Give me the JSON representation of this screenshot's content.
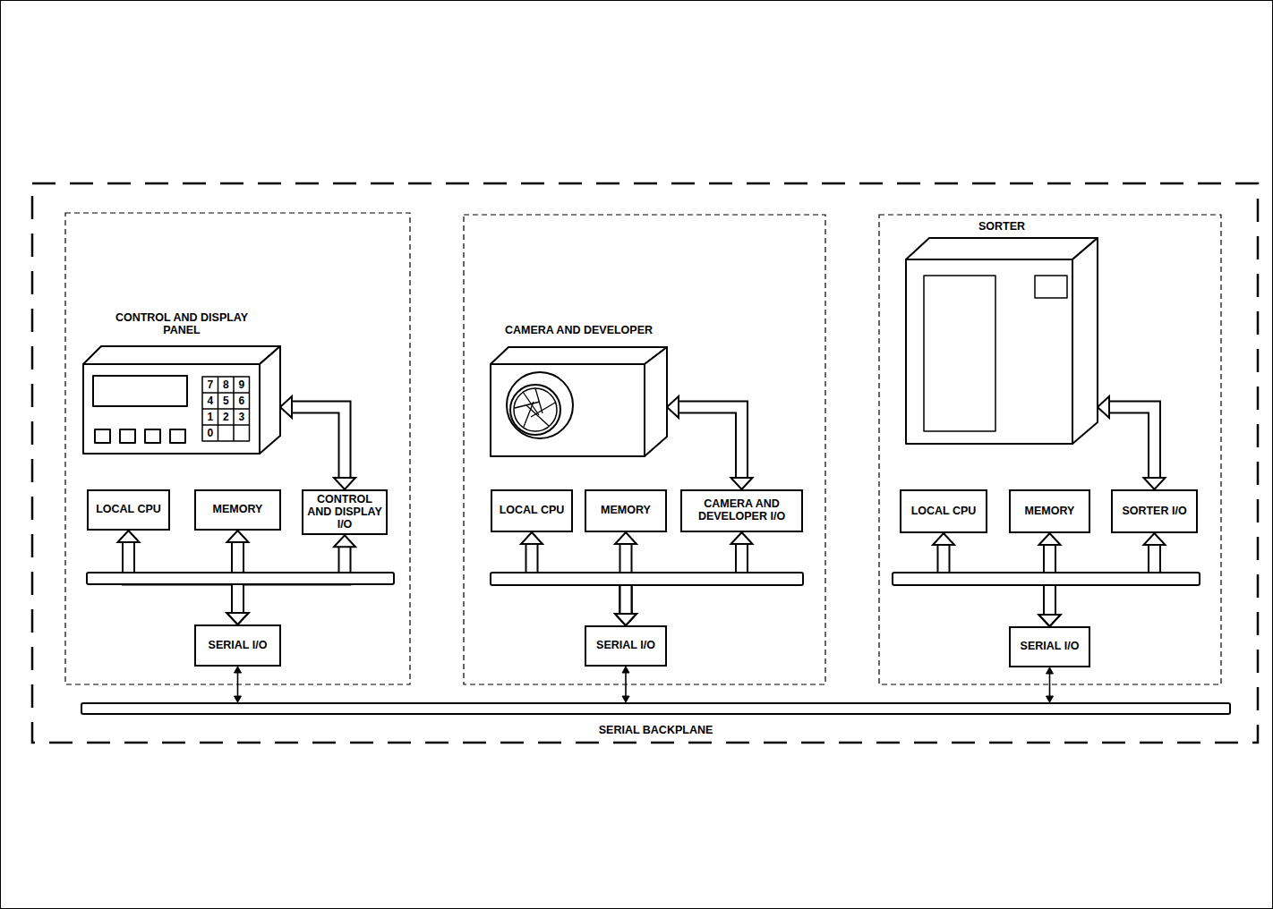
{
  "diagram": {
    "nodes": [
      {
        "text": [
          "CONTROL AND DISPLAY PANEL"
        ]
      },
      {
        "text": [
          "LOCAL CPU"
        ]
      },
      {
        "text": [
          "MEMORY"
        ]
      },
      {
        "text": [
          "CONTROL AND DISPLAY I/O"
        ]
      },
      {
        "text": [
          "SERIAL I/O"
        ]
      },
      {
        "text": [
          "CAMERA AND DEVELOPER"
        ]
      },
      {
        "text": [
          "LOCAL CPU"
        ]
      },
      {
        "text": [
          "MEMORY"
        ]
      },
      {
        "text": [
          "CAMERA AND DEVELOPER I/O"
        ]
      },
      {
        "text": [
          "SERIAL I/O"
        ]
      },
      {
        "text": [
          "SORTER"
        ]
      },
      {
        "text": [
          "LOCAL CPU"
        ]
      },
      {
        "text": [
          "MEMORY"
        ]
      },
      {
        "text": [
          "SORTER I/O"
        ]
      },
      {
        "text": [
          "SERIAL I/O"
        ]
      },
      {
        "text": [
          "SERIAL BACKPLANE"
        ]
      }
    ],
    "edges": [
      {
        "from": 3,
        "to": 0,
        "arrow": "both"
      },
      {
        "from": 1,
        "to": 4,
        "arrow": "both"
      },
      {
        "from": 2,
        "to": 4,
        "arrow": "both"
      },
      {
        "from": 3,
        "to": 4,
        "arrow": "both"
      },
      {
        "from": 4,
        "to": 15,
        "arrow": "both"
      },
      {
        "from": 8,
        "to": 5,
        "arrow": "both"
      },
      {
        "from": 6,
        "to": 9,
        "arrow": "both"
      },
      {
        "from": 7,
        "to": 9,
        "arrow": "both"
      },
      {
        "from": 8,
        "to": 9,
        "arrow": "both"
      },
      {
        "from": 9,
        "to": 15,
        "arrow": "both"
      },
      {
        "from": 13,
        "to": 10,
        "arrow": "both"
      },
      {
        "from": 11,
        "to": 14,
        "arrow": "both"
      },
      {
        "from": 12,
        "to": 14,
        "arrow": "both"
      },
      {
        "from": 13,
        "to": 14,
        "arrow": "both"
      },
      {
        "from": 14,
        "to": 15,
        "arrow": "both"
      }
    ],
    "labels": [
      "7",
      "8",
      "9",
      "4",
      "5",
      "6",
      "1",
      "2",
      "3",
      "0"
    ]
  }
}
